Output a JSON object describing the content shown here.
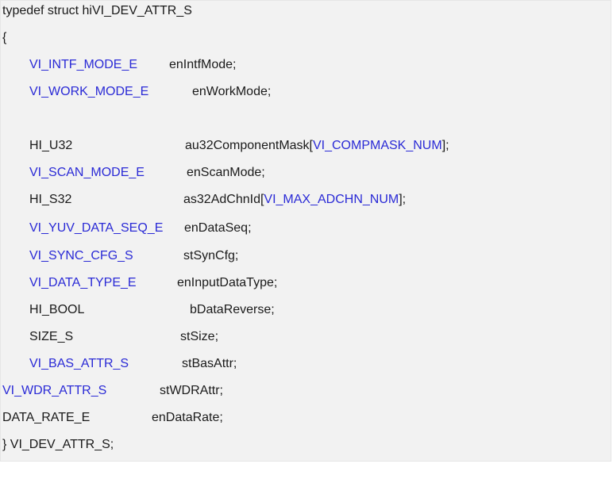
{
  "code": {
    "header": "typedef struct hiVI_DEV_ATTR_S",
    "open_brace": "{",
    "close": "} VI_DEV_ATTR_S;",
    "members": [
      {
        "type": "VI_INTF_MODE_E",
        "field": "enIntfMode;"
      },
      {
        "type": "VI_WORK_MODE_E",
        "field": "enWorkMode;"
      },
      {
        "type": "HI_U32",
        "field_prefix": "au32ComponentMask[",
        "field_link": "VI_COMPMASK_NUM",
        "field_suffix": "];"
      },
      {
        "type": "VI_SCAN_MODE_E",
        "field": "enScanMode;"
      },
      {
        "type": "HI_S32",
        "field_prefix": "as32AdChnId[",
        "field_link": "VI_MAX_ADCHN_NUM",
        "field_suffix": "];"
      },
      {
        "type": "VI_YUV_DATA_SEQ_E",
        "field": "enDataSeq;"
      },
      {
        "type": "VI_SYNC_CFG_S",
        "field": "stSynCfg;"
      },
      {
        "type": "VI_DATA_TYPE_E",
        "field": "enInputDataType;"
      },
      {
        "type": "HI_BOOL",
        "field": "bDataReverse;"
      },
      {
        "type": "SIZE_S",
        "field": "stSize;"
      },
      {
        "type": "VI_BAS_ATTR_S",
        "field": "stBasAttr;"
      },
      {
        "type": "VI_WDR_ATTR_S",
        "field": "stWDRAttr;"
      },
      {
        "type": "DATA_RATE_E",
        "field": "enDataRate;"
      }
    ]
  },
  "colors": {
    "type_link": "#2a2ad6",
    "text": "#1a1a1a",
    "background": "#f2f2f2"
  }
}
